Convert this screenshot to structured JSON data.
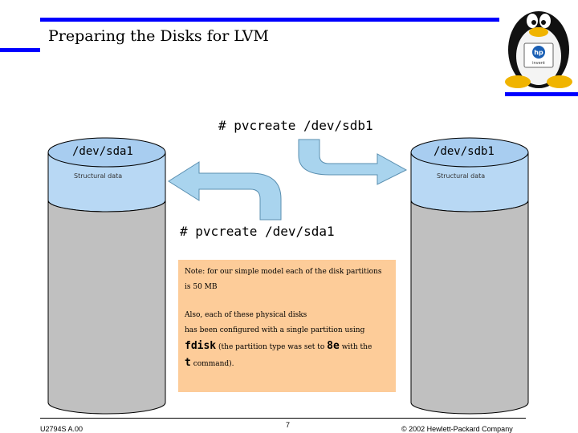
{
  "slide": {
    "title": "Preparing the Disks for LVM",
    "cmd_top": "# pvcreate /dev/sdb1",
    "cmd_mid": "# pvcreate /dev/sda1"
  },
  "disks": {
    "left": {
      "label": "/dev/sda1",
      "structural": "Structural data"
    },
    "right": {
      "label": "/dev/sdb1",
      "structural": "Structural data"
    }
  },
  "note": {
    "line1": "Note: for our simple model each of the disk partitions",
    "line2": "is 50 MB",
    "line3": "Also, each of these physical disks",
    "line4": "has been configured with a single partition using",
    "fdisk": "fdisk",
    "mid": "(the partition type was set to",
    "code": "8e",
    "with_the": "with the",
    "t": "t",
    "command": "command)."
  },
  "footer": {
    "left": "U2794S A.00",
    "page": "7",
    "right": "© 2002 Hewlett-Packard Company"
  },
  "colors": {
    "accent_bar": "#0000ff",
    "disk_top": "#b8d8f4",
    "disk_body": "#c0c0c0",
    "arrow": "#a9d4ee",
    "note_bg": "#fdcc99"
  },
  "logo": {
    "text": "hp",
    "subtext": "invent"
  }
}
